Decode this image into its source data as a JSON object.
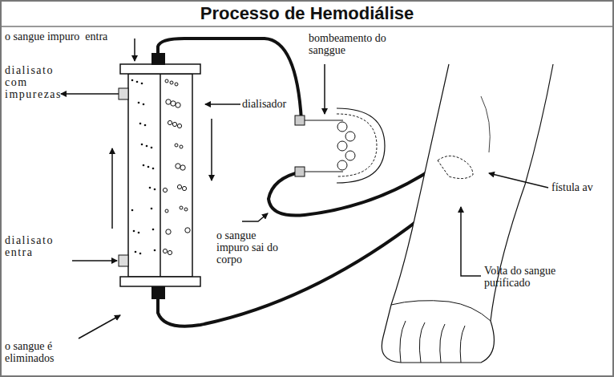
{
  "diagram": {
    "title": "Processo de Hemodiálise",
    "labels": [
      "o sangue impuro  entra",
      "bombeamento do sanggue",
      "dialisato com impurezas",
      "dialisador",
      "fístula av",
      "dialisato entra",
      "o sangue impuro sai do corpo",
      "Volta do sangue purificado",
      "o sangue é eliminados"
    ]
  }
}
